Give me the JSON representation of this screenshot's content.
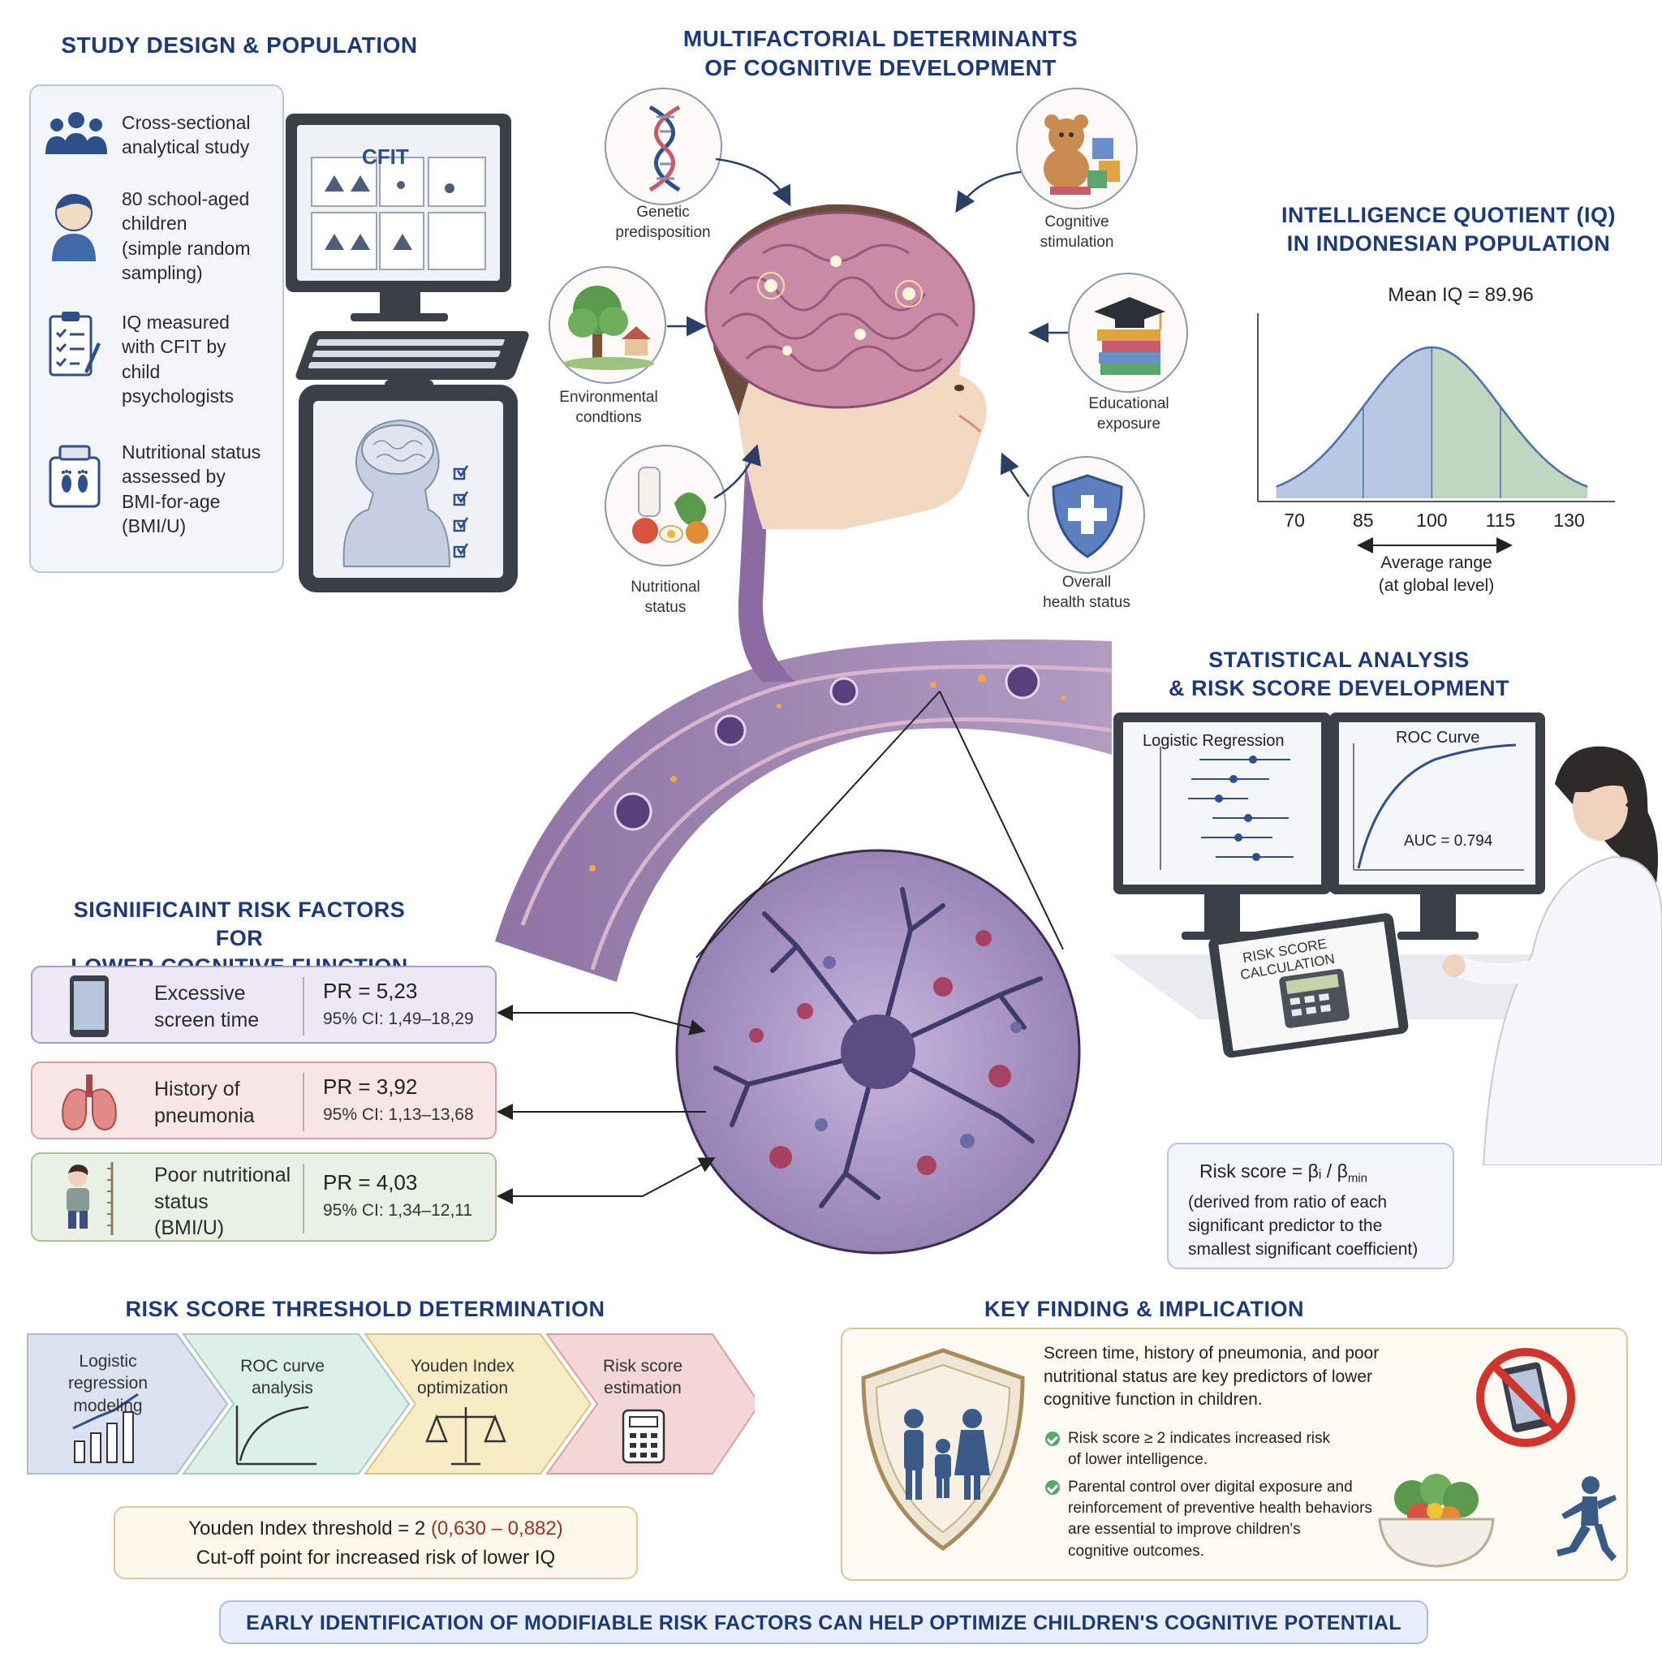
{
  "study_design": {
    "title": "STUDY DESIGN & POPULATION",
    "items": [
      {
        "icon": "group-icon",
        "text": "Cross-sectional\nanalytical study"
      },
      {
        "icon": "child-icon",
        "text": "80 school-aged\nchildren\n(simple random\nsampling)"
      },
      {
        "icon": "clipboard-icon",
        "text": "IQ measured\nwith CFIT by\nchild\npsychologists"
      },
      {
        "icon": "scale-icon",
        "text": "Nutritional status\nassessed by\nBMI-for-age\n(BMI/U)"
      }
    ],
    "monitor_label": "CFIT"
  },
  "determinants": {
    "title": "MULTIFACTORIAL DETERMINANTS\nOF COGNITIVE DEVELOPMENT",
    "genetic": "Genetic\npredisposition",
    "cognitive": "Cognitive\nstimulation",
    "environmental": "Environmental\ncondtions",
    "educational": "Educational\nexposure",
    "nutritional": "Nutritional\nstatus",
    "health": "Overall\nhealth status"
  },
  "iq": {
    "title": "INTELLIGENCE QUOTIENT (IQ)\nIN INDONESIAN POPULATION",
    "mean_label": "Mean IQ = 89.96",
    "range_label": "Average range\n(at global level)",
    "ticks": [
      "70",
      "85",
      "100",
      "115",
      "130"
    ],
    "colors": {
      "left": "#9fb6d9",
      "right": "#a9c9a8",
      "line": "#4d6fa6"
    }
  },
  "stats": {
    "title": "STATISTICAL ANALYSIS\n& RISK SCORE DEVELOPMENT",
    "logistic_label": "Logistic Regression",
    "roc_label": "ROC Curve",
    "auc_label": "AUC = 0.794",
    "paper_label": "RISK SCORE\nCALCULATION",
    "formula": "Risk score = βᵢ / β",
    "formula_sub": "min",
    "formula_note": "(derived from ratio of each\nsignificant predictor to the\nsmallest significant coefficient)"
  },
  "risk_factors": {
    "title": "SIGNIIFICAINT RISK FACTORS FOR\nLOWER COGNITIVE FUNCTION",
    "items": [
      {
        "label": "Excessive\nscreen time",
        "pr": "PR = 5,23",
        "ci": "95% CI: 1,49–18,29",
        "icon": "tablet-icon",
        "bg": "#ece8f6",
        "border": "#a99ccd"
      },
      {
        "label": "History of\npneumonia",
        "pr": "PR = 3,92",
        "ci": "95% CI: 1,13–13,68",
        "icon": "lungs-icon",
        "bg": "#f8e6e6",
        "border": "#d9a0a0"
      },
      {
        "label": "Poor nutritional\nstatus\n(BMI/U)",
        "pr": "PR = 4,03",
        "ci": "95% CI: 1,34–12,11",
        "icon": "child-measure-icon",
        "bg": "#e9f1e4",
        "border": "#a9c39b"
      }
    ]
  },
  "threshold": {
    "title": "RISK SCORE THRESHOLD DETERMINATION",
    "steps": [
      {
        "label": "Logistic\nregression\nmodeling",
        "icon": "bar-chart-icon",
        "color": "#dbe3f1"
      },
      {
        "label": "ROC curve\nanalysis",
        "icon": "roc-curve-icon",
        "color": "#dcefe9"
      },
      {
        "label": "Youden Index\noptimization",
        "icon": "balance-scale-icon",
        "color": "#f8ecc5"
      },
      {
        "label": "Risk score\nestimation",
        "icon": "calculator-icon",
        "color": "#f5d6d6"
      }
    ],
    "youden_line1": "Youden Index threshold = 2 ",
    "youden_ci": "(0,630 – 0,882)",
    "youden_line2": "Cut-off point for increased risk of lower IQ"
  },
  "key_finding": {
    "title": "KEY FINDING & IMPLICATION",
    "main": "Screen time, history of pneumonia, and poor\nnutritional status are key predictors of lower\ncognitive function in children.",
    "bullets": [
      "Risk score ≥ 2 indicates increased risk\nof lower intelligence.",
      "Parental control over digital exposure and\nreinforcement of preventive health behaviors\nare essential to improve children's\ncognitive outcomes."
    ]
  },
  "banner": "EARLY IDENTIFICATION OF MODIFIABLE RISK FACTORS CAN HELP OPTIMIZE CHILDREN'S COGNITIVE POTENTIAL"
}
